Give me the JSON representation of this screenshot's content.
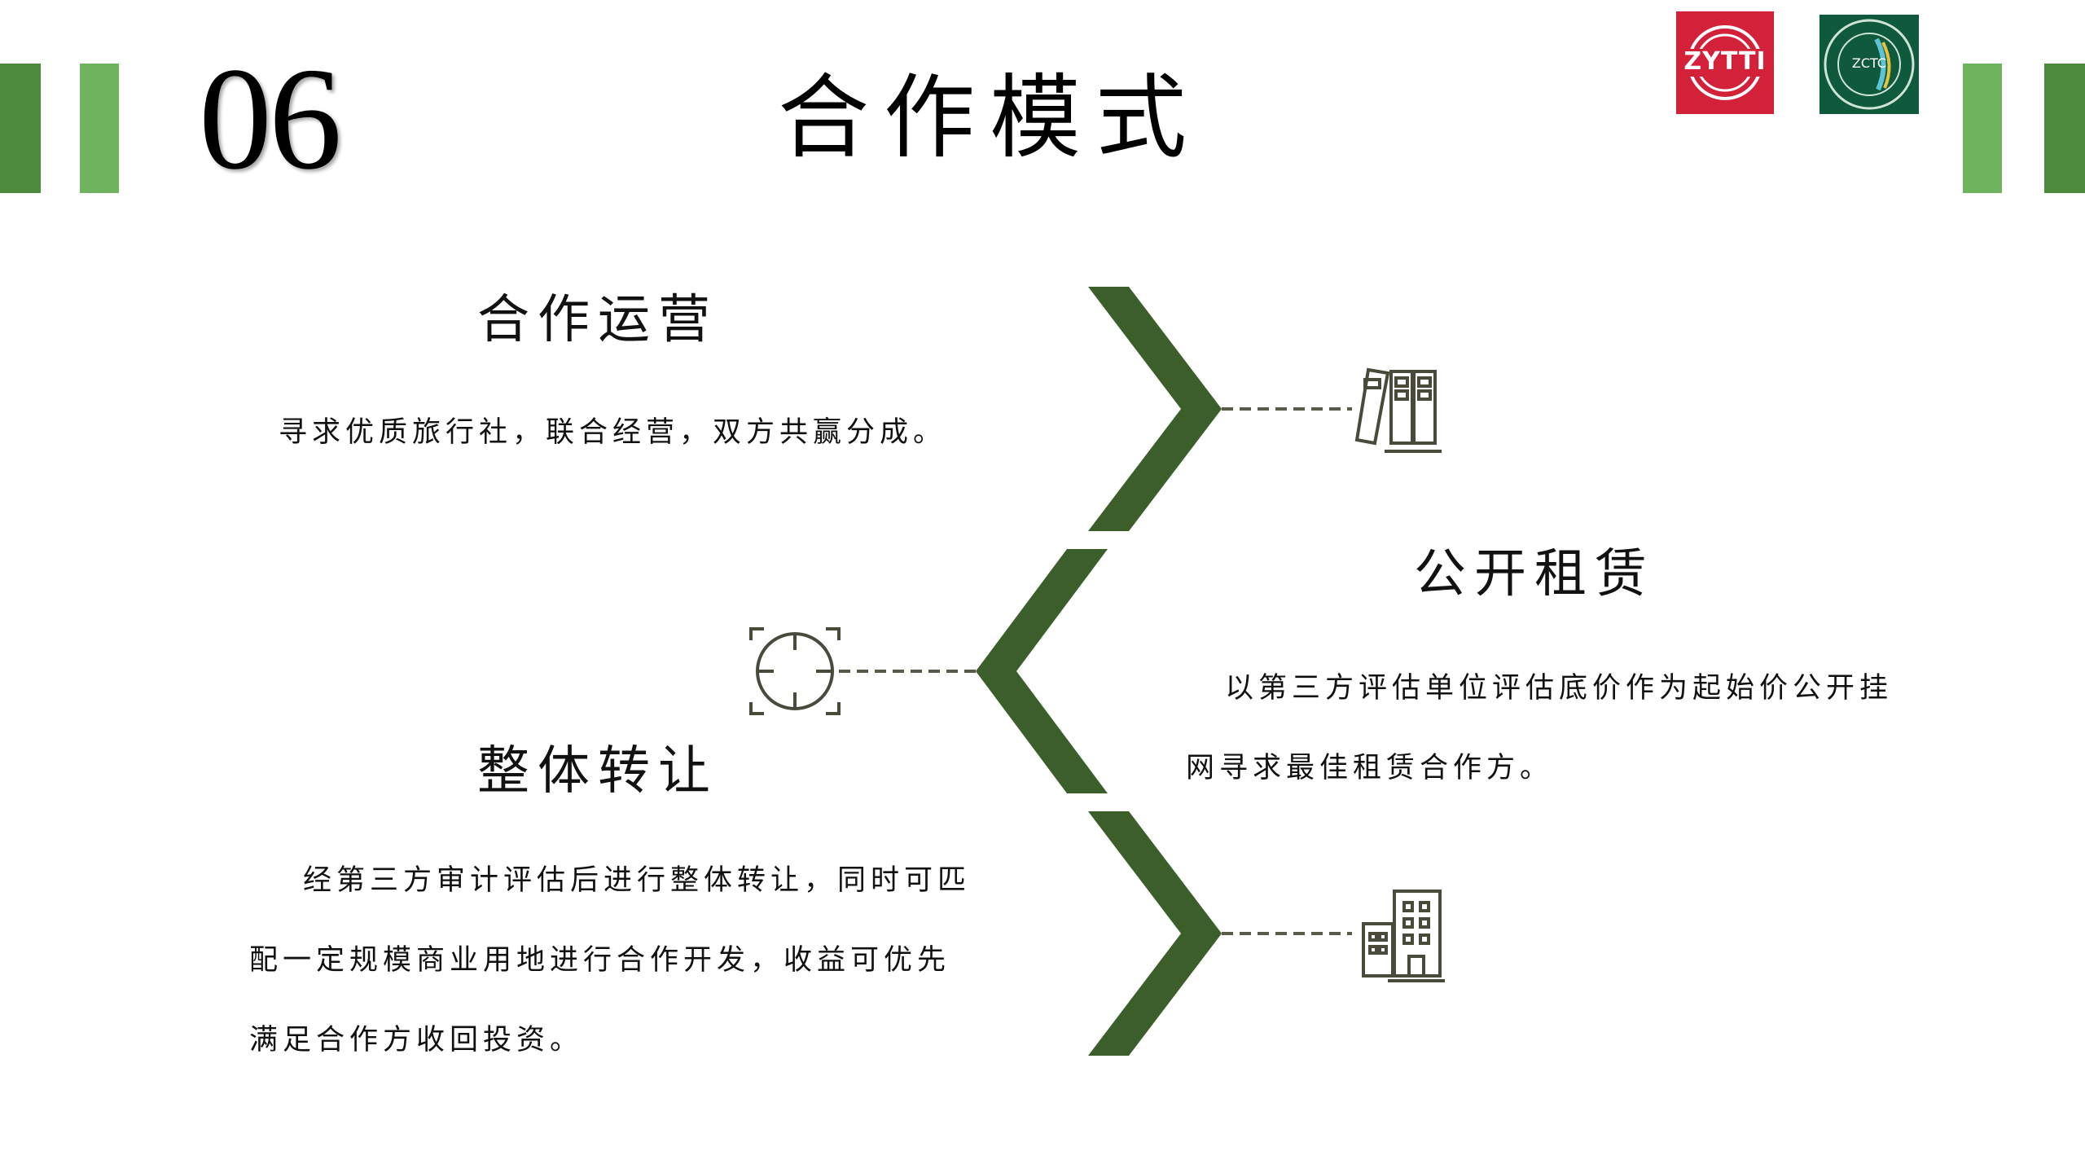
{
  "header": {
    "number": "06",
    "title": "合作模式",
    "logos": {
      "left": {
        "text": "ZYTTI",
        "color": "#d3213a"
      },
      "right": {
        "text": "ZCTC",
        "color": "#0f5a3c"
      }
    }
  },
  "sections": [
    {
      "heading": "合作运营",
      "lines": [
        "寻求优质旅行社，联合经营，双方共赢分成。"
      ],
      "icon": "filing-binders-icon"
    },
    {
      "heading": "公开租赁",
      "lines": [
        "以第三方评估单位评估底价作为起始价公开挂",
        "网寻求最佳租赁合作方。"
      ],
      "icon": "target-crosshair-icon"
    },
    {
      "heading": "整体转让",
      "lines": [
        "经第三方审计评估后进行整体转让，同时可匹",
        "配一定规模商业用地进行合作开发，收益可优先",
        "满足合作方收回投资。"
      ],
      "icon": "office-buildings-icon"
    }
  ],
  "colors": {
    "chevron": "#3b5e2b",
    "accent_dark": "#4d8a3b",
    "accent_light": "#6fb35e",
    "icon_stroke": "#4a4a3a"
  }
}
